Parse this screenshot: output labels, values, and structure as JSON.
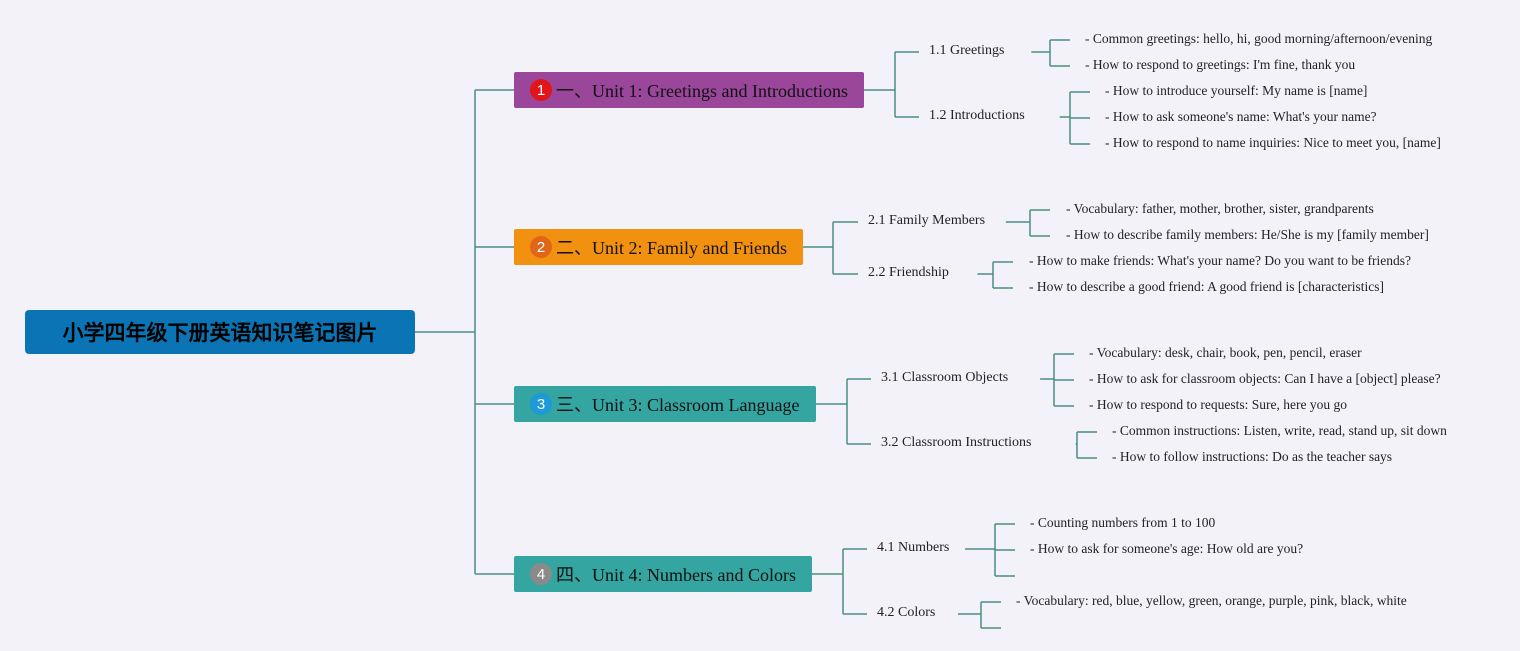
{
  "root": {
    "title": "小学四年级下册英语知识笔记图片"
  },
  "colors": {
    "line": "#4b8f80",
    "root_bg": "#0b74b4"
  },
  "units": [
    {
      "label": "一、Unit 1: Greetings and Introductions",
      "badge": "1",
      "bg": "#9a469a",
      "badge_bg": "#e0161a",
      "sections": [
        {
          "label": "1.1 Greetings",
          "items": [
            "- Common greetings: hello, hi, good morning/afternoon/evening",
            "- How to respond to greetings: I'm fine, thank you"
          ]
        },
        {
          "label": "1.2 Introductions",
          "items": [
            "- How to introduce yourself: My name is [name]",
            "- How to ask someone's name: What's your name?",
            "- How to respond to name inquiries: Nice to meet you, [name]"
          ]
        }
      ]
    },
    {
      "label": "二、Unit 2: Family and Friends",
      "badge": "2",
      "bg": "#f2900f",
      "badge_bg": "#e0661a",
      "sections": [
        {
          "label": "2.1 Family Members",
          "items": [
            "- Vocabulary: father, mother, brother, sister, grandparents",
            "- How to describe family members: He/She is my [family member]"
          ]
        },
        {
          "label": "2.2 Friendship",
          "items": [
            "- How to make friends: What's your name? Do you want to be friends?",
            "- How to describe a good friend: A good friend is [characteristics]"
          ]
        }
      ]
    },
    {
      "label": "三、Unit 3: Classroom Language",
      "badge": "3",
      "bg": "#34a5a0",
      "badge_bg": "#1e9ad6",
      "sections": [
        {
          "label": "3.1 Classroom Objects",
          "items": [
            "- Vocabulary: desk, chair, book, pen, pencil, eraser",
            "- How to ask for classroom objects: Can I have a [object] please?",
            "- How to respond to requests: Sure, here you go"
          ]
        },
        {
          "label": "3.2 Classroom Instructions",
          "items": [
            "- Common instructions: Listen, write, read, stand up, sit down",
            "- How to follow instructions: Do as the teacher says"
          ]
        }
      ]
    },
    {
      "label": "四、Unit 4: Numbers and Colors",
      "badge": "4",
      "bg": "#34a5a0",
      "badge_bg": "#8a8a8a",
      "sections": [
        {
          "label": "4.1 Numbers",
          "items": [
            "- Counting numbers from 1 to 100",
            "- How to ask for someone's age: How old are you?",
            ""
          ]
        },
        {
          "label": "4.2 Colors",
          "items": [
            "- Vocabulary: red, blue, yellow, green, orange, purple, pink, black, white",
            ""
          ]
        }
      ]
    }
  ]
}
